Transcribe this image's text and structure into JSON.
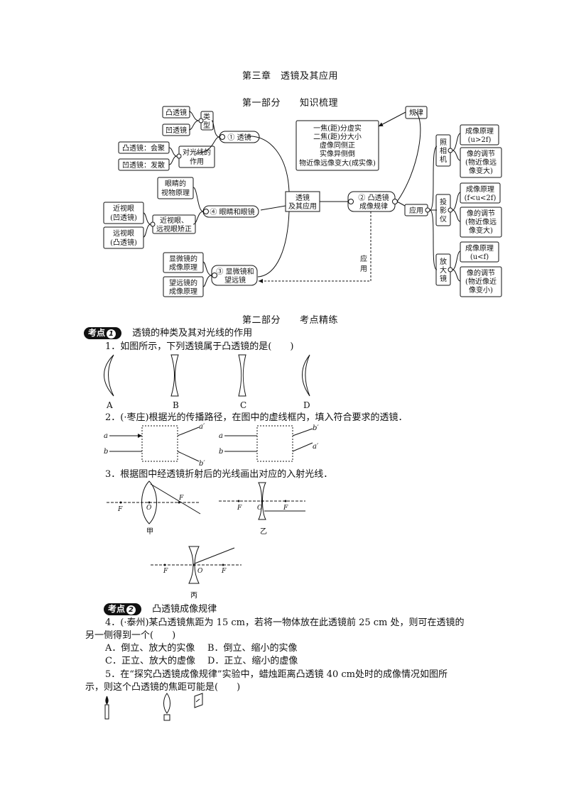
{
  "doc": {
    "chapter_title": "第三章　透镜及其应用",
    "part1_title": "第一部分　　知识梳理",
    "part2_title": "第二部分　　考点精练"
  },
  "mindmap": {
    "center": [
      "透镜",
      "及其应用"
    ],
    "n1": "① 透镜",
    "n1_type": [
      "类",
      "型"
    ],
    "n1_convex": "凸透镜",
    "n1_concave": "凹透镜",
    "n1_effect": [
      "对光线的",
      "作用"
    ],
    "n1_convex_effect": "凸透镜：会聚",
    "n1_concave_effect": "凹透镜：发散",
    "n4": "④ 眼睛和眼镜",
    "n4_eye": [
      "眼睛的",
      "视物原理"
    ],
    "n4_correct": [
      "近视眼、",
      "远视眼矫正"
    ],
    "n4_myopia": [
      "近视眼",
      "(凹透镜)"
    ],
    "n4_hyperopia": [
      "远视眼",
      "(凸透镜)"
    ],
    "n3": [
      "③ 显微镜和",
      "望远镜"
    ],
    "n3_micro": [
      "显微镜的",
      "成像原理"
    ],
    "n3_tele": [
      "望远镜的",
      "成像原理"
    ],
    "n2": [
      "② 凸透镜",
      "成像规律"
    ],
    "rule_label": "规律",
    "rules": [
      "一焦(距)分虚实",
      "二焦(距)分大小",
      "虚像同侧正",
      "实像异侧倒",
      "物近像远像变大(成实像)"
    ],
    "apply_label": "应用",
    "apply_vertical": [
      "应",
      "用"
    ],
    "camera": [
      "照",
      "相",
      "机"
    ],
    "camera_principle": [
      "成像原理",
      "(u>2f)"
    ],
    "camera_adjust": [
      "像的调节",
      "(物近像远",
      "像变大)"
    ],
    "projector": [
      "投",
      "影",
      "仪"
    ],
    "projector_principle": [
      "成像原理",
      "(f<u<2f)"
    ],
    "projector_adjust": [
      "像的调节",
      "(物近像远",
      "像变大)"
    ],
    "magnifier": [
      "放",
      "大",
      "镜"
    ],
    "magnifier_principle": [
      "成像原理",
      "(u<f)"
    ],
    "magnifier_adjust": [
      "像的调节",
      "(物近像近",
      "像变小)"
    ]
  },
  "kp1": {
    "badge": "考点",
    "num": "1",
    "title": "透镜的种类及其对光线的作用"
  },
  "q1": {
    "text": "1．如图所示，下列透镜属于凸透镜的是(　　)",
    "labels": [
      "A",
      "B",
      "C",
      "D"
    ]
  },
  "q2": {
    "text": "2．(·枣庄)根据光的传播路径，在图中的虚线框内，填入符合要求的透镜．",
    "a": "a",
    "b": "b",
    "a2": "a′",
    "b2": "b′"
  },
  "q3": {
    "text": "3．根据图中经透镜折射后的光线画出对应的入射光线．",
    "F": "F",
    "O": "O",
    "jia": "甲",
    "yi": "乙",
    "bing": "丙"
  },
  "kp2": {
    "badge": "考点",
    "num": "2",
    "title": "凸透镜成像规律"
  },
  "q4": {
    "line1": "4．(·泰州)某凸透镜焦距为 15 cm，若将一物体放在此透镜前 25 cm 处，则可在透镜的",
    "line2": "另一侧得到一个(　　)",
    "optA": "A．倒立、放大的实像",
    "optB": "B．倒立、缩小的实像",
    "optC": "C．正立、放大的虚像",
    "optD": "D．正立、缩小的虚像"
  },
  "q5": {
    "line1": "5．在“探究凸透镜成像规律”实验中，蜡烛距离凸透镜 40 cm处时的成像情况如图所",
    "line2": "示，则这个凸透镜的焦距可能是(　　)"
  }
}
